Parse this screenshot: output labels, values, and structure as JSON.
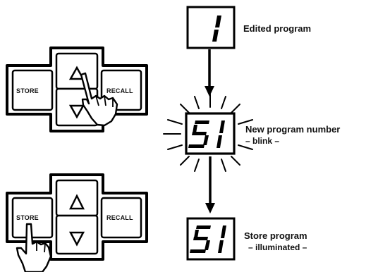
{
  "panel_top": {
    "store_label": "STORE",
    "recall_label": "RECALL",
    "up_icon": "up-triangle-icon",
    "down_icon": "down-triangle-icon",
    "hand_icon": "pointing-hand-icon"
  },
  "panel_bottom": {
    "store_label": "STORE",
    "recall_label": "RECALL",
    "up_icon": "up-triangle-icon",
    "down_icon": "down-triangle-icon",
    "hand_icon": "pointing-hand-icon"
  },
  "steps": [
    {
      "display": "1",
      "caption": "Edited program",
      "note": ""
    },
    {
      "display": "51",
      "caption": "New program number",
      "note": "– blink –"
    },
    {
      "display": "51",
      "caption": "Store program",
      "note": "– illuminated –"
    }
  ]
}
